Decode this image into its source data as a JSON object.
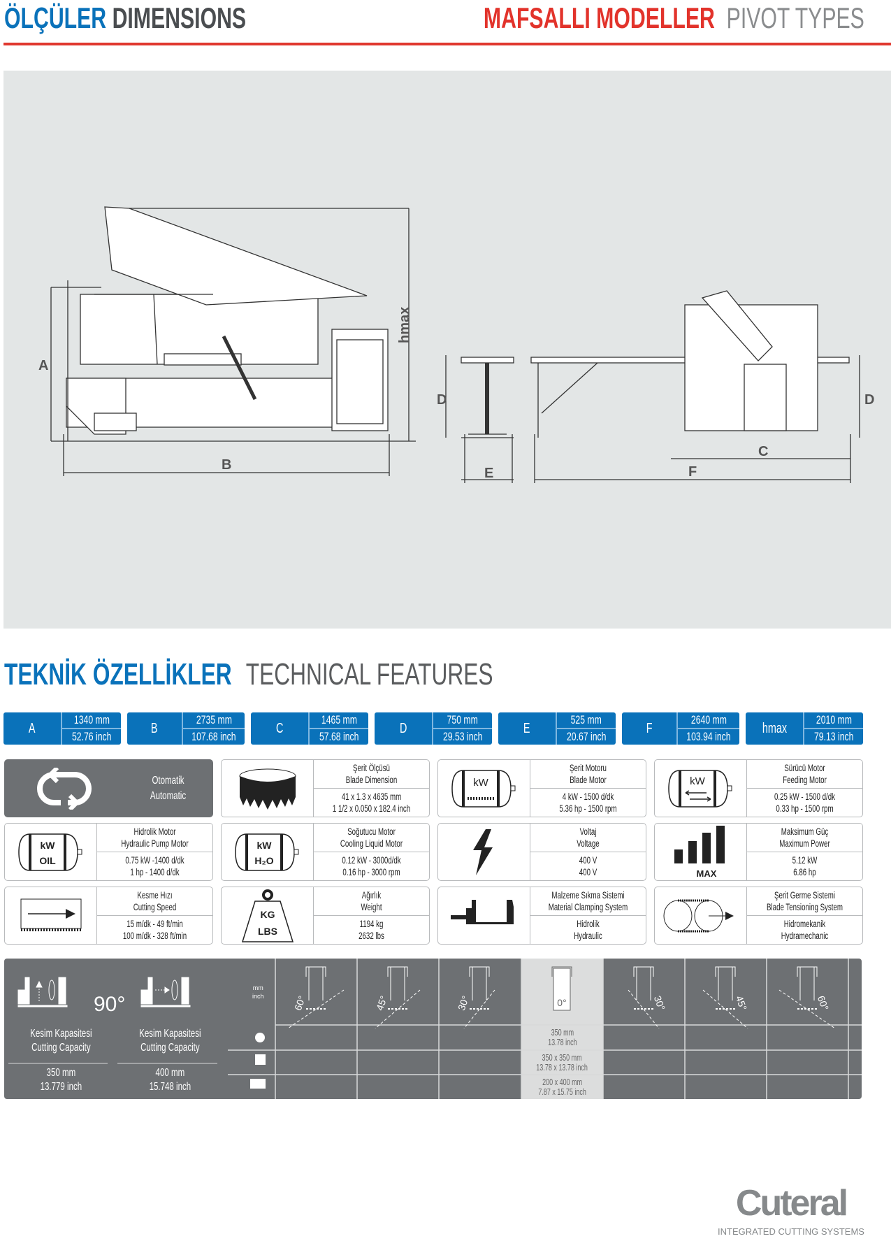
{
  "header": {
    "left_tr": "ÖLÇÜLER",
    "left_en": "DIMENSIONS",
    "right_tr": "MAFSALLI MODELLER",
    "right_en": "PIVOT TYPES"
  },
  "drawing_labels": {
    "a": "A",
    "b": "B",
    "c": "C",
    "d": "D",
    "e": "E",
    "f": "F",
    "hmax": "hmax"
  },
  "technical": {
    "title_tr": "TEKNİK ÖZELLİKLER",
    "title_en": "TECHNICAL FEATURES"
  },
  "dimensions": [
    {
      "label": "A",
      "mm": "1340 mm",
      "inch": "52.76 inch"
    },
    {
      "label": "B",
      "mm": "2735 mm",
      "inch": "107.68 inch"
    },
    {
      "label": "C",
      "mm": "1465 mm",
      "inch": "57.68 inch"
    },
    {
      "label": "D",
      "mm": "750 mm",
      "inch": "29.53 inch"
    },
    {
      "label": "E",
      "mm": "525 mm",
      "inch": "20.67 inch"
    },
    {
      "label": "F",
      "mm": "2640 mm",
      "inch": "103.94 inch"
    },
    {
      "label": "hmax",
      "mm": "2010 mm",
      "inch": "79.13 inch"
    }
  ],
  "features": [
    {
      "tr": "Otomatik",
      "en": "Automatic",
      "icon": "automatic-cycle-icon"
    },
    {
      "tr": "Şerit Ölçüsü",
      "en": "Blade Dimension",
      "v1": "41 x 1.3 x 4635 mm",
      "v2": "1 1/2 x 0.050 x 182.4 inch",
      "icon": "blade-band-icon"
    },
    {
      "tr": "Şerit Motoru",
      "en": "Blade Motor",
      "v1": "4 kW - 1500 d/dk",
      "v2": "5.36 hp - 1500 rpm",
      "icon": "blade-motor-icon",
      "icon_text": "kW"
    },
    {
      "tr": "Sürücü Motor",
      "en": "Feeding Motor",
      "v1": "0.25 kW - 1500 d/dk",
      "v2": "0.33 hp - 1500 rpm",
      "icon": "feeding-motor-icon",
      "icon_text": "kW"
    },
    {
      "tr": "Hidrolik Motor",
      "en": "Hydraulic Pump Motor",
      "v1": "0.75 kW -1400 d/dk",
      "v2": "1 hp - 1400 d/dk",
      "icon": "hydraulic-motor-icon",
      "icon_text": "kW",
      "icon_text2": "OIL"
    },
    {
      "tr": "Soğutucu Motor",
      "en": "Cooling Liquid Motor",
      "v1": "0.12 kW - 3000d/dk",
      "v2": "0.16 hp - 3000 rpm",
      "icon": "coolant-motor-icon",
      "icon_text": "kW",
      "icon_text2": "H₂O"
    },
    {
      "tr": "Voltaj",
      "en": "Voltage",
      "v1": "400 V",
      "v2": "400 V",
      "icon": "lightning-icon"
    },
    {
      "tr": "Maksimum Güç",
      "en": "Maximum Power",
      "v1": "5.12 kW",
      "v2": "6.86 hp",
      "icon": "max-power-bars-icon",
      "icon_text": "MAX"
    },
    {
      "tr": "Kesme Hızı",
      "en": "Cutting Speed",
      "v1": "15 m/dk - 49 ft/min",
      "v2": "100 m/dk - 328 ft/min",
      "icon": "cutting-speed-icon"
    },
    {
      "tr": "Ağırlık",
      "en": "Weight",
      "v1": "1194 kg",
      "v2": "2632  lbs",
      "icon": "weight-icon",
      "icon_text": "KG",
      "icon_text2": "LBS"
    },
    {
      "tr": "Malzeme Sıkma Sistemi",
      "en": "Material Clamping System",
      "v1": "Hidrolik",
      "v2": "Hydraulic",
      "icon": "vise-icon"
    },
    {
      "tr": "Şerit Germe Sistemi",
      "en": "Blade Tensioning System",
      "v1": "Hidromekanik",
      "v2": "Hydramechanic",
      "icon": "blade-tension-icon"
    }
  ],
  "capacity": {
    "angle_90": "90°",
    "units_mm": "mm",
    "units_inch": "inch",
    "left": [
      {
        "tr": "Kesim Kapasitesi",
        "en": "Cutting Capacity",
        "v1": "350 mm",
        "v2": "13.779 inch"
      },
      {
        "tr": "Kesim Kapasitesi",
        "en": "Cutting Capacity",
        "v1": "400 mm",
        "v2": "15.748 inch"
      }
    ],
    "angles": [
      "60°",
      "45°",
      "30°",
      "0°",
      "30°",
      "45°",
      "60°"
    ],
    "zero": {
      "round": [
        "350 mm",
        "13.78 inch"
      ],
      "square": [
        "350 x 350 mm",
        "13.78 x 13.78 inch"
      ],
      "rect": [
        "200 x 400 mm",
        "7.87 x 15.75 inch"
      ]
    }
  },
  "logo": {
    "name": "Cuteral",
    "tagline": "INTEGRATED CUTTING SYSTEMS"
  },
  "colors": {
    "blue": "#0a72ba",
    "red": "#e2332b",
    "panel_gray": "#6d7073",
    "drawing_bg": "#e3e6e6"
  }
}
